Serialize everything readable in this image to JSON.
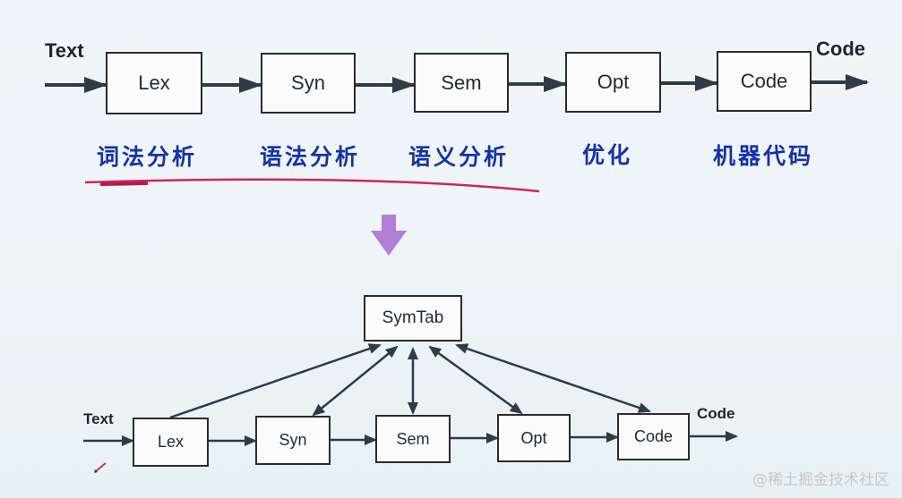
{
  "top_pipeline": {
    "input_label": "Text",
    "output_label": "Code",
    "stages": [
      {
        "label": "Lex",
        "caption": "词法分析"
      },
      {
        "label": "Syn",
        "caption": "语法分析"
      },
      {
        "label": "Sem",
        "caption": "语义分析"
      },
      {
        "label": "Opt",
        "caption": "优化"
      },
      {
        "label": "Code",
        "caption": "机器代码"
      }
    ]
  },
  "bottom_pipeline": {
    "input_label": "Text",
    "output_label": "Code",
    "symbol_table": "SymTab",
    "stages": [
      "Lex",
      "Syn",
      "Sem",
      "Opt",
      "Code"
    ]
  },
  "watermark": "@稀土掘金技术社区",
  "colors": {
    "arrow": "#2f3b47",
    "caption_text": "#1432a8",
    "underline": "#d2245a",
    "down_arrow": "#b07fd6"
  }
}
